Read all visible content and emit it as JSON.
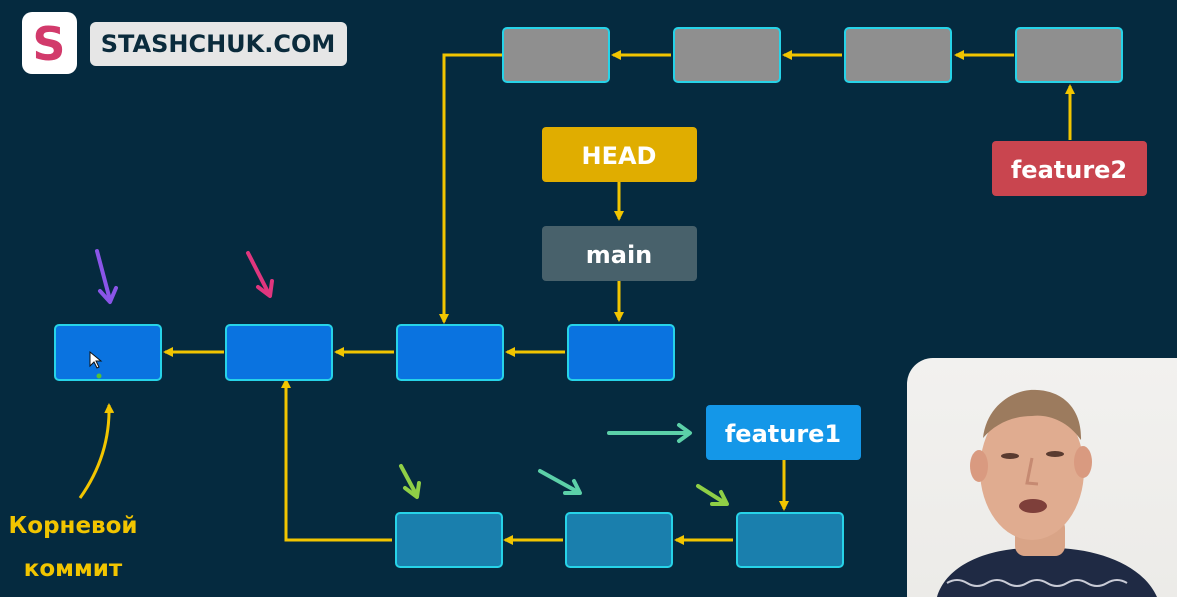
{
  "brand": {
    "logo_letter": "S",
    "name": "STASHCHUK.COM"
  },
  "labels": {
    "head": "HEAD",
    "main": "main",
    "feature1": "feature1",
    "feature2": "feature2"
  },
  "annotation": {
    "line1": "Корневой",
    "line2": "коммит"
  },
  "colors": {
    "background": "#052a3f",
    "commit_main": "#0a73e0",
    "commit_feature1": "#1a7fad",
    "commit_feature2": "#8f8f8f",
    "commit_border": "#27d3e8",
    "arrow": "#f2c500",
    "head": "#e0ad00",
    "main_ref": "#48616b",
    "feature1_ref": "#1497e8",
    "feature2_ref": "#c9454f",
    "annotation_text": "#f2c500"
  }
}
